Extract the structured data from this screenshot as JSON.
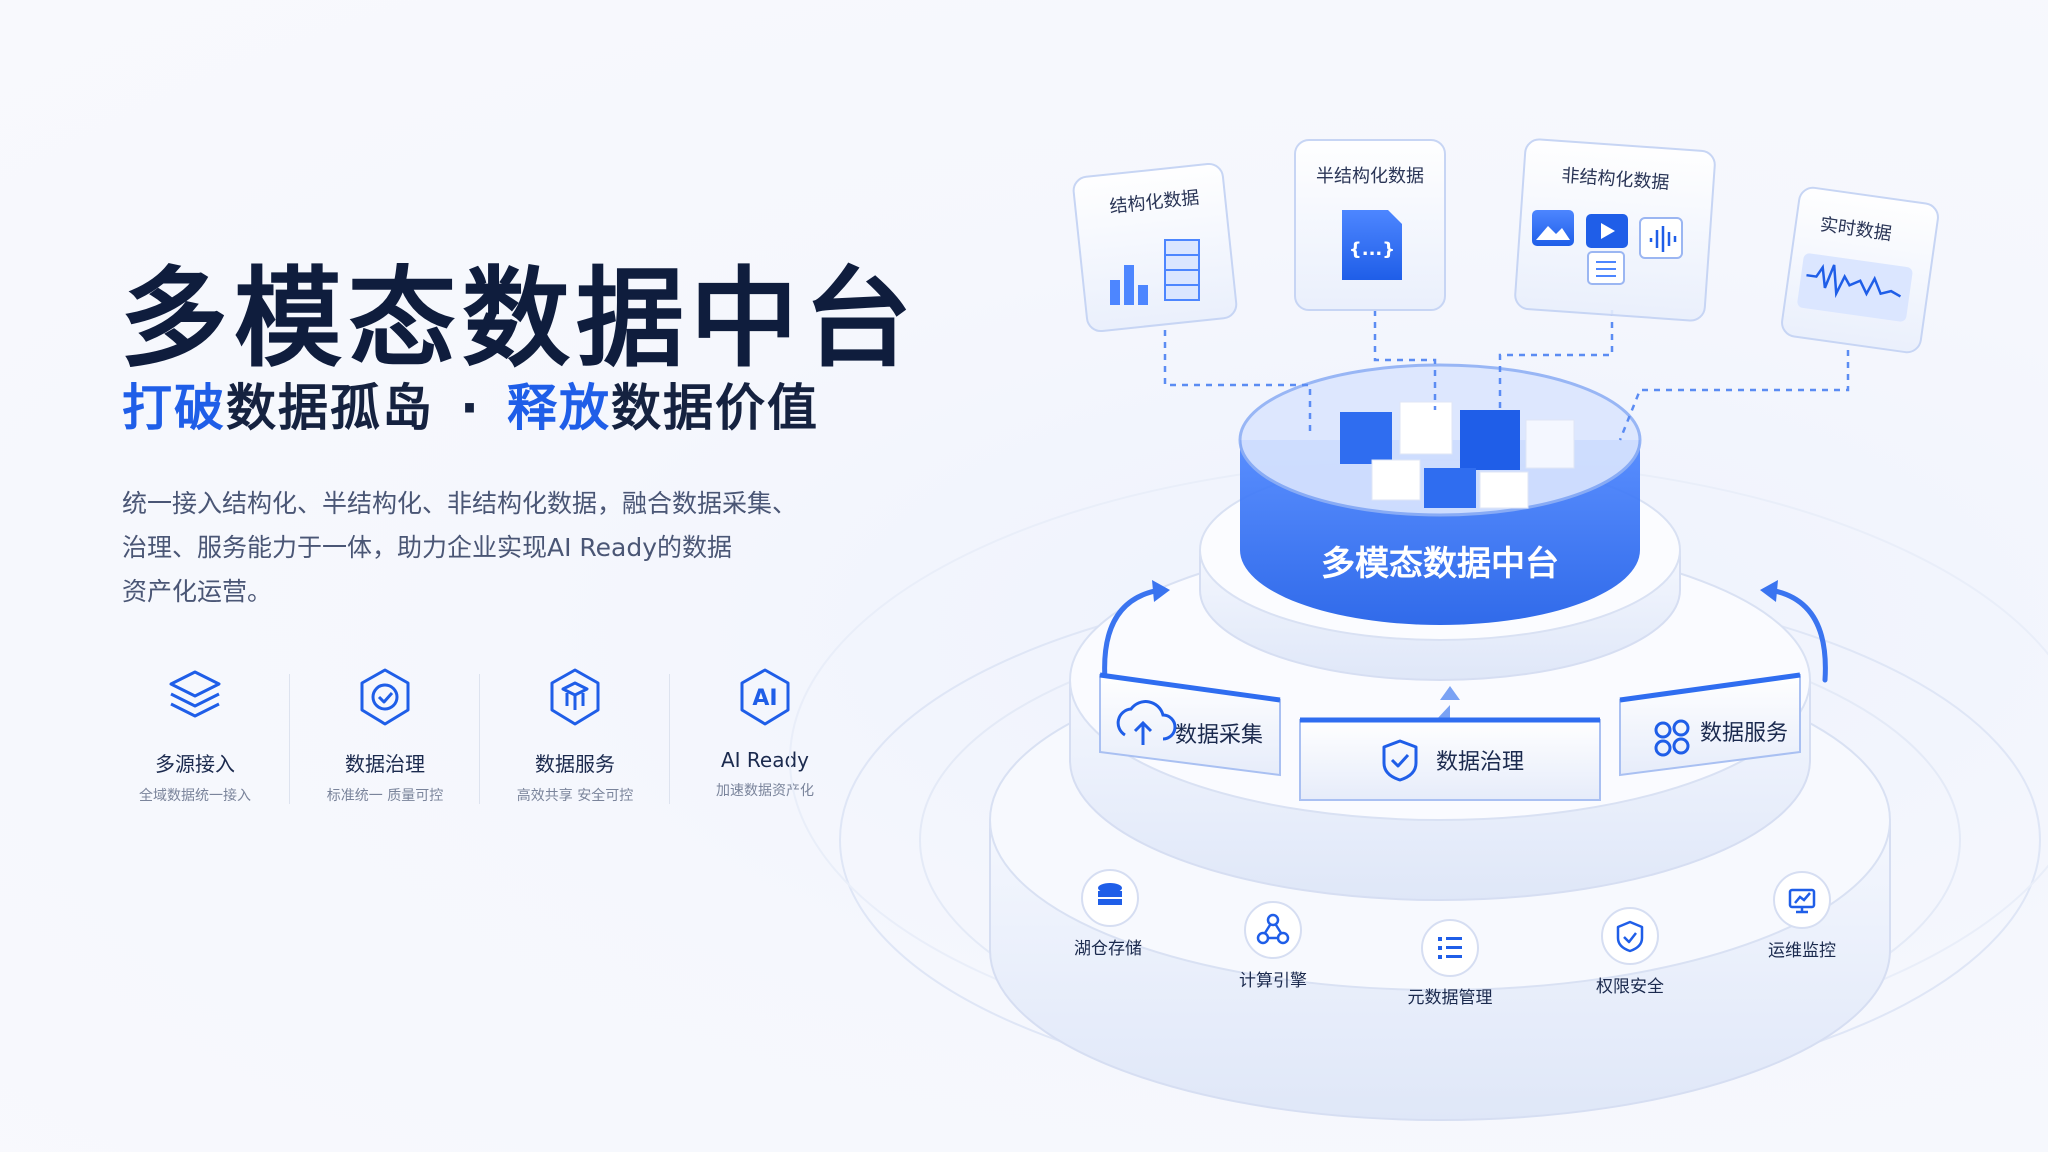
{
  "title": "多模态数据中台",
  "subtitle": {
    "part1_highlight": "打破",
    "part1_rest": "数据孤岛",
    "separator": "·",
    "part2_highlight": "释放",
    "part2_rest": "数据价值"
  },
  "description": [
    "统一接入结构化、半结构化、非结构化数据，融合数据采集、",
    "治理、服务能力于一体，助力企业实现AI Ready的数据",
    "资产化运营。"
  ],
  "features": [
    {
      "icon": "layers-icon",
      "name": "多源接入",
      "sub": "全域数据统一接入"
    },
    {
      "icon": "shield-check-icon",
      "name": "数据治理",
      "sub": "标准统一 质量可控"
    },
    {
      "icon": "cube-network-icon",
      "name": "数据服务",
      "sub": "高效共享 安全可控"
    },
    {
      "icon": "ai-icon",
      "name": "AI Ready",
      "sub": "加速数据资产化",
      "icon_text": "AI"
    }
  ],
  "diagram": {
    "sources": [
      "结构化数据",
      "半结构化数据",
      "非结构化数据",
      "实时数据"
    ],
    "json_glyph": "{...}",
    "core_label": "多模态数据中台",
    "capabilities": [
      "数据采集",
      "数据治理",
      "数据服务"
    ],
    "base_items": [
      "湖仓存储",
      "计算引擎",
      "元数据管理",
      "权限安全",
      "运维监控"
    ]
  },
  "colors": {
    "accent": "#1f5ee8",
    "dark": "#0f1d3d",
    "text": "#4a5675"
  }
}
